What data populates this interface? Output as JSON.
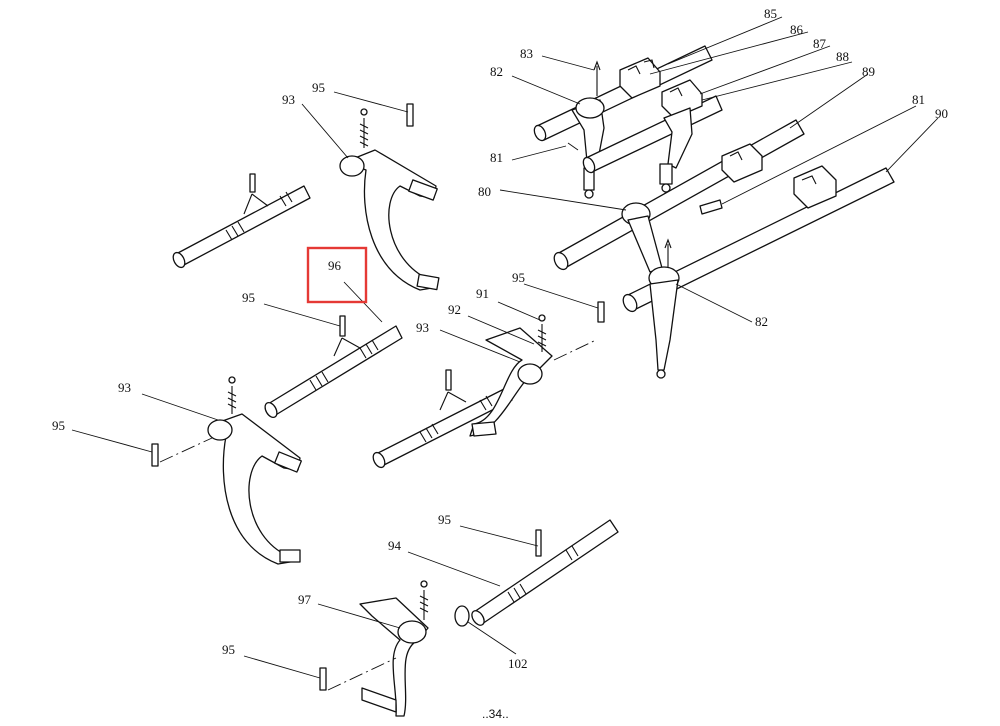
{
  "diagram": {
    "callouts": [
      {
        "id": "c85",
        "text": "85"
      },
      {
        "id": "c86",
        "text": "86"
      },
      {
        "id": "c87",
        "text": "87"
      },
      {
        "id": "c88",
        "text": "88"
      },
      {
        "id": "c89",
        "text": "89"
      },
      {
        "id": "c81a",
        "text": "81"
      },
      {
        "id": "c90",
        "text": "90"
      },
      {
        "id": "c83",
        "text": "83"
      },
      {
        "id": "c82a",
        "text": "82"
      },
      {
        "id": "c81b",
        "text": "81"
      },
      {
        "id": "c80",
        "text": "80"
      },
      {
        "id": "c82b",
        "text": "82"
      },
      {
        "id": "c95a",
        "text": "95"
      },
      {
        "id": "c93a",
        "text": "93"
      },
      {
        "id": "c96",
        "text": "96"
      },
      {
        "id": "c95b",
        "text": "95"
      },
      {
        "id": "c93b",
        "text": "93"
      },
      {
        "id": "c95c",
        "text": "95"
      },
      {
        "id": "c95d",
        "text": "95"
      },
      {
        "id": "c91",
        "text": "91"
      },
      {
        "id": "c92",
        "text": "92"
      },
      {
        "id": "c93c",
        "text": "93"
      },
      {
        "id": "c95e",
        "text": "95"
      },
      {
        "id": "c94",
        "text": "94"
      },
      {
        "id": "c97",
        "text": "97"
      },
      {
        "id": "c95f",
        "text": "95"
      },
      {
        "id": "c102",
        "text": "102"
      }
    ],
    "highlight_color": "#e53935",
    "page_number": "..34.."
  }
}
